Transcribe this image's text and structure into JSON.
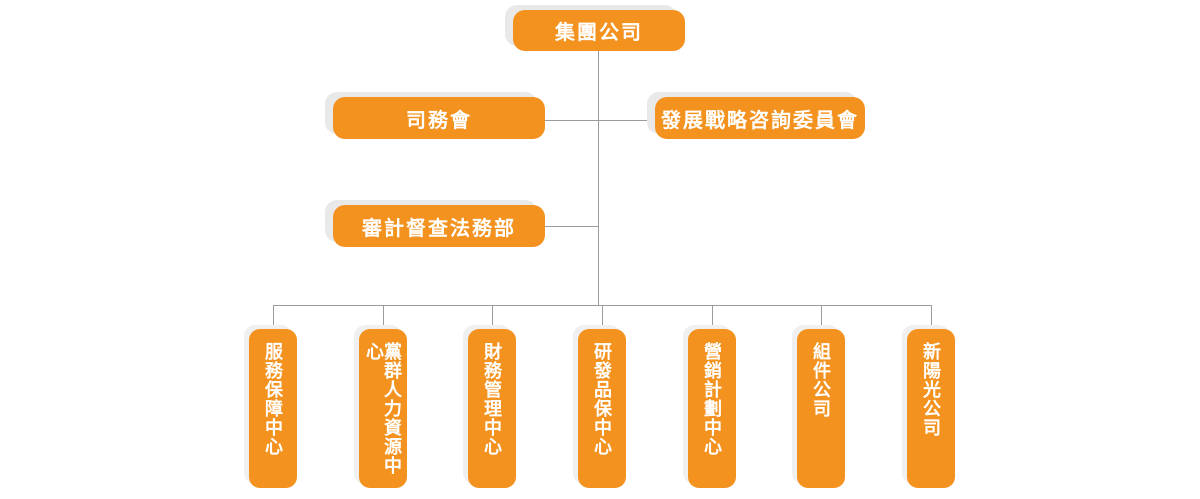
{
  "palette": {
    "node_fill": "#F3921F",
    "node_text": "#FFFFFF",
    "node_shadow": "#E9E9E9",
    "connector": "#9B9B9B",
    "background": "#FFFFFF"
  },
  "orgchart": {
    "root": {
      "label": "集團公司"
    },
    "level2": [
      {
        "label": "司務會"
      },
      {
        "label": "發展戰略咨詢委員會"
      }
    ],
    "level3": [
      {
        "label": "審計督查法務部"
      }
    ],
    "departments": [
      {
        "label": "服務保障中心"
      },
      {
        "label": "黨群人力資源中心"
      },
      {
        "label": "財務管理中心"
      },
      {
        "label": "研發品保中心"
      },
      {
        "label": "營銷計劃中心"
      },
      {
        "label": "組件公司"
      },
      {
        "label": "新陽光公司"
      }
    ]
  }
}
